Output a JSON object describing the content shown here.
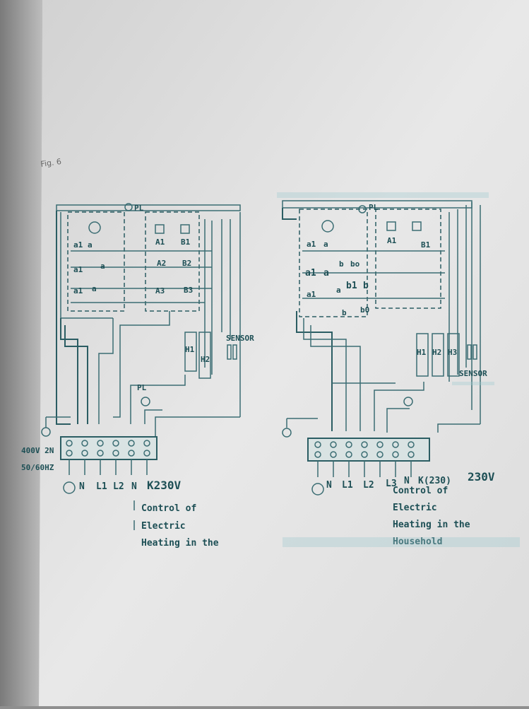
{
  "figure_label": "Fig. 6",
  "left": {
    "pl_top": "PL",
    "relays": [
      "A1",
      "B1",
      "A2",
      "B2",
      "A3",
      "B3"
    ],
    "contacts": [
      "a1",
      "a",
      "a1",
      "a",
      "a1",
      "a"
    ],
    "heaters": [
      "H1",
      "H2"
    ],
    "sensor": "SENSOR",
    "pl_mid": "PL",
    "supply": "400V 2N",
    "freq": "50/60HZ",
    "terminals": [
      "N",
      "L1",
      "L2",
      "N",
      "K230V"
    ],
    "caption": [
      "Control of",
      "Electric",
      "Heating in the"
    ]
  },
  "right": {
    "pl_top": "PL",
    "relays": [
      "A1",
      "B1"
    ],
    "contacts": [
      "a1",
      "a",
      "b",
      "bo",
      "a1",
      "a",
      "b1",
      "b",
      "a1",
      "a",
      "b",
      "b0"
    ],
    "heaters": [
      "H1",
      "H2",
      "H3"
    ],
    "sensor": "SENSOR",
    "terminals": [
      "N",
      "L1",
      "L2",
      "L3",
      "N",
      "K(230)",
      "230V"
    ],
    "caption": [
      "Control of",
      "Electric",
      "Heating in the",
      "Household"
    ]
  }
}
